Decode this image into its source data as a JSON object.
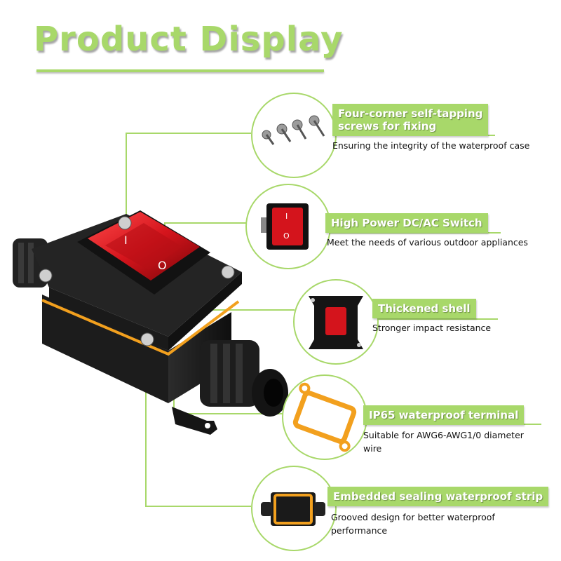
{
  "title": "Product Display",
  "colors": {
    "accent": "#a8d86a",
    "switch_red": "#d4141c",
    "case_black": "#1a1a1a",
    "seal_orange": "#f2a01e"
  },
  "features": [
    {
      "label_line1": "Four-corner self-tapping",
      "label_line2": "screws for fixing",
      "desc": "Ensuring the integrity of the waterproof case",
      "icon": "screws-icon"
    },
    {
      "label_line1": "High Power DC/AC Switch",
      "desc": "Meet the needs of various outdoor appliances",
      "icon": "rocker-switch-icon"
    },
    {
      "label_line1": "Thickened shell",
      "desc": "Stronger impact resistance",
      "icon": "switch-cover-icon"
    },
    {
      "label_line1": "IP65 waterproof terminal",
      "desc_line1": "Suitable for AWG6-AWG1/0 diameter",
      "desc_line2": "wire",
      "icon": "seal-ring-icon"
    },
    {
      "label_line1": "Embedded sealing waterproof strip",
      "desc_line1": "Grooved design for better waterproof",
      "desc_line2": "performance",
      "icon": "open-box-icon"
    }
  ],
  "switch_markings": {
    "on": "I",
    "off": "O"
  }
}
